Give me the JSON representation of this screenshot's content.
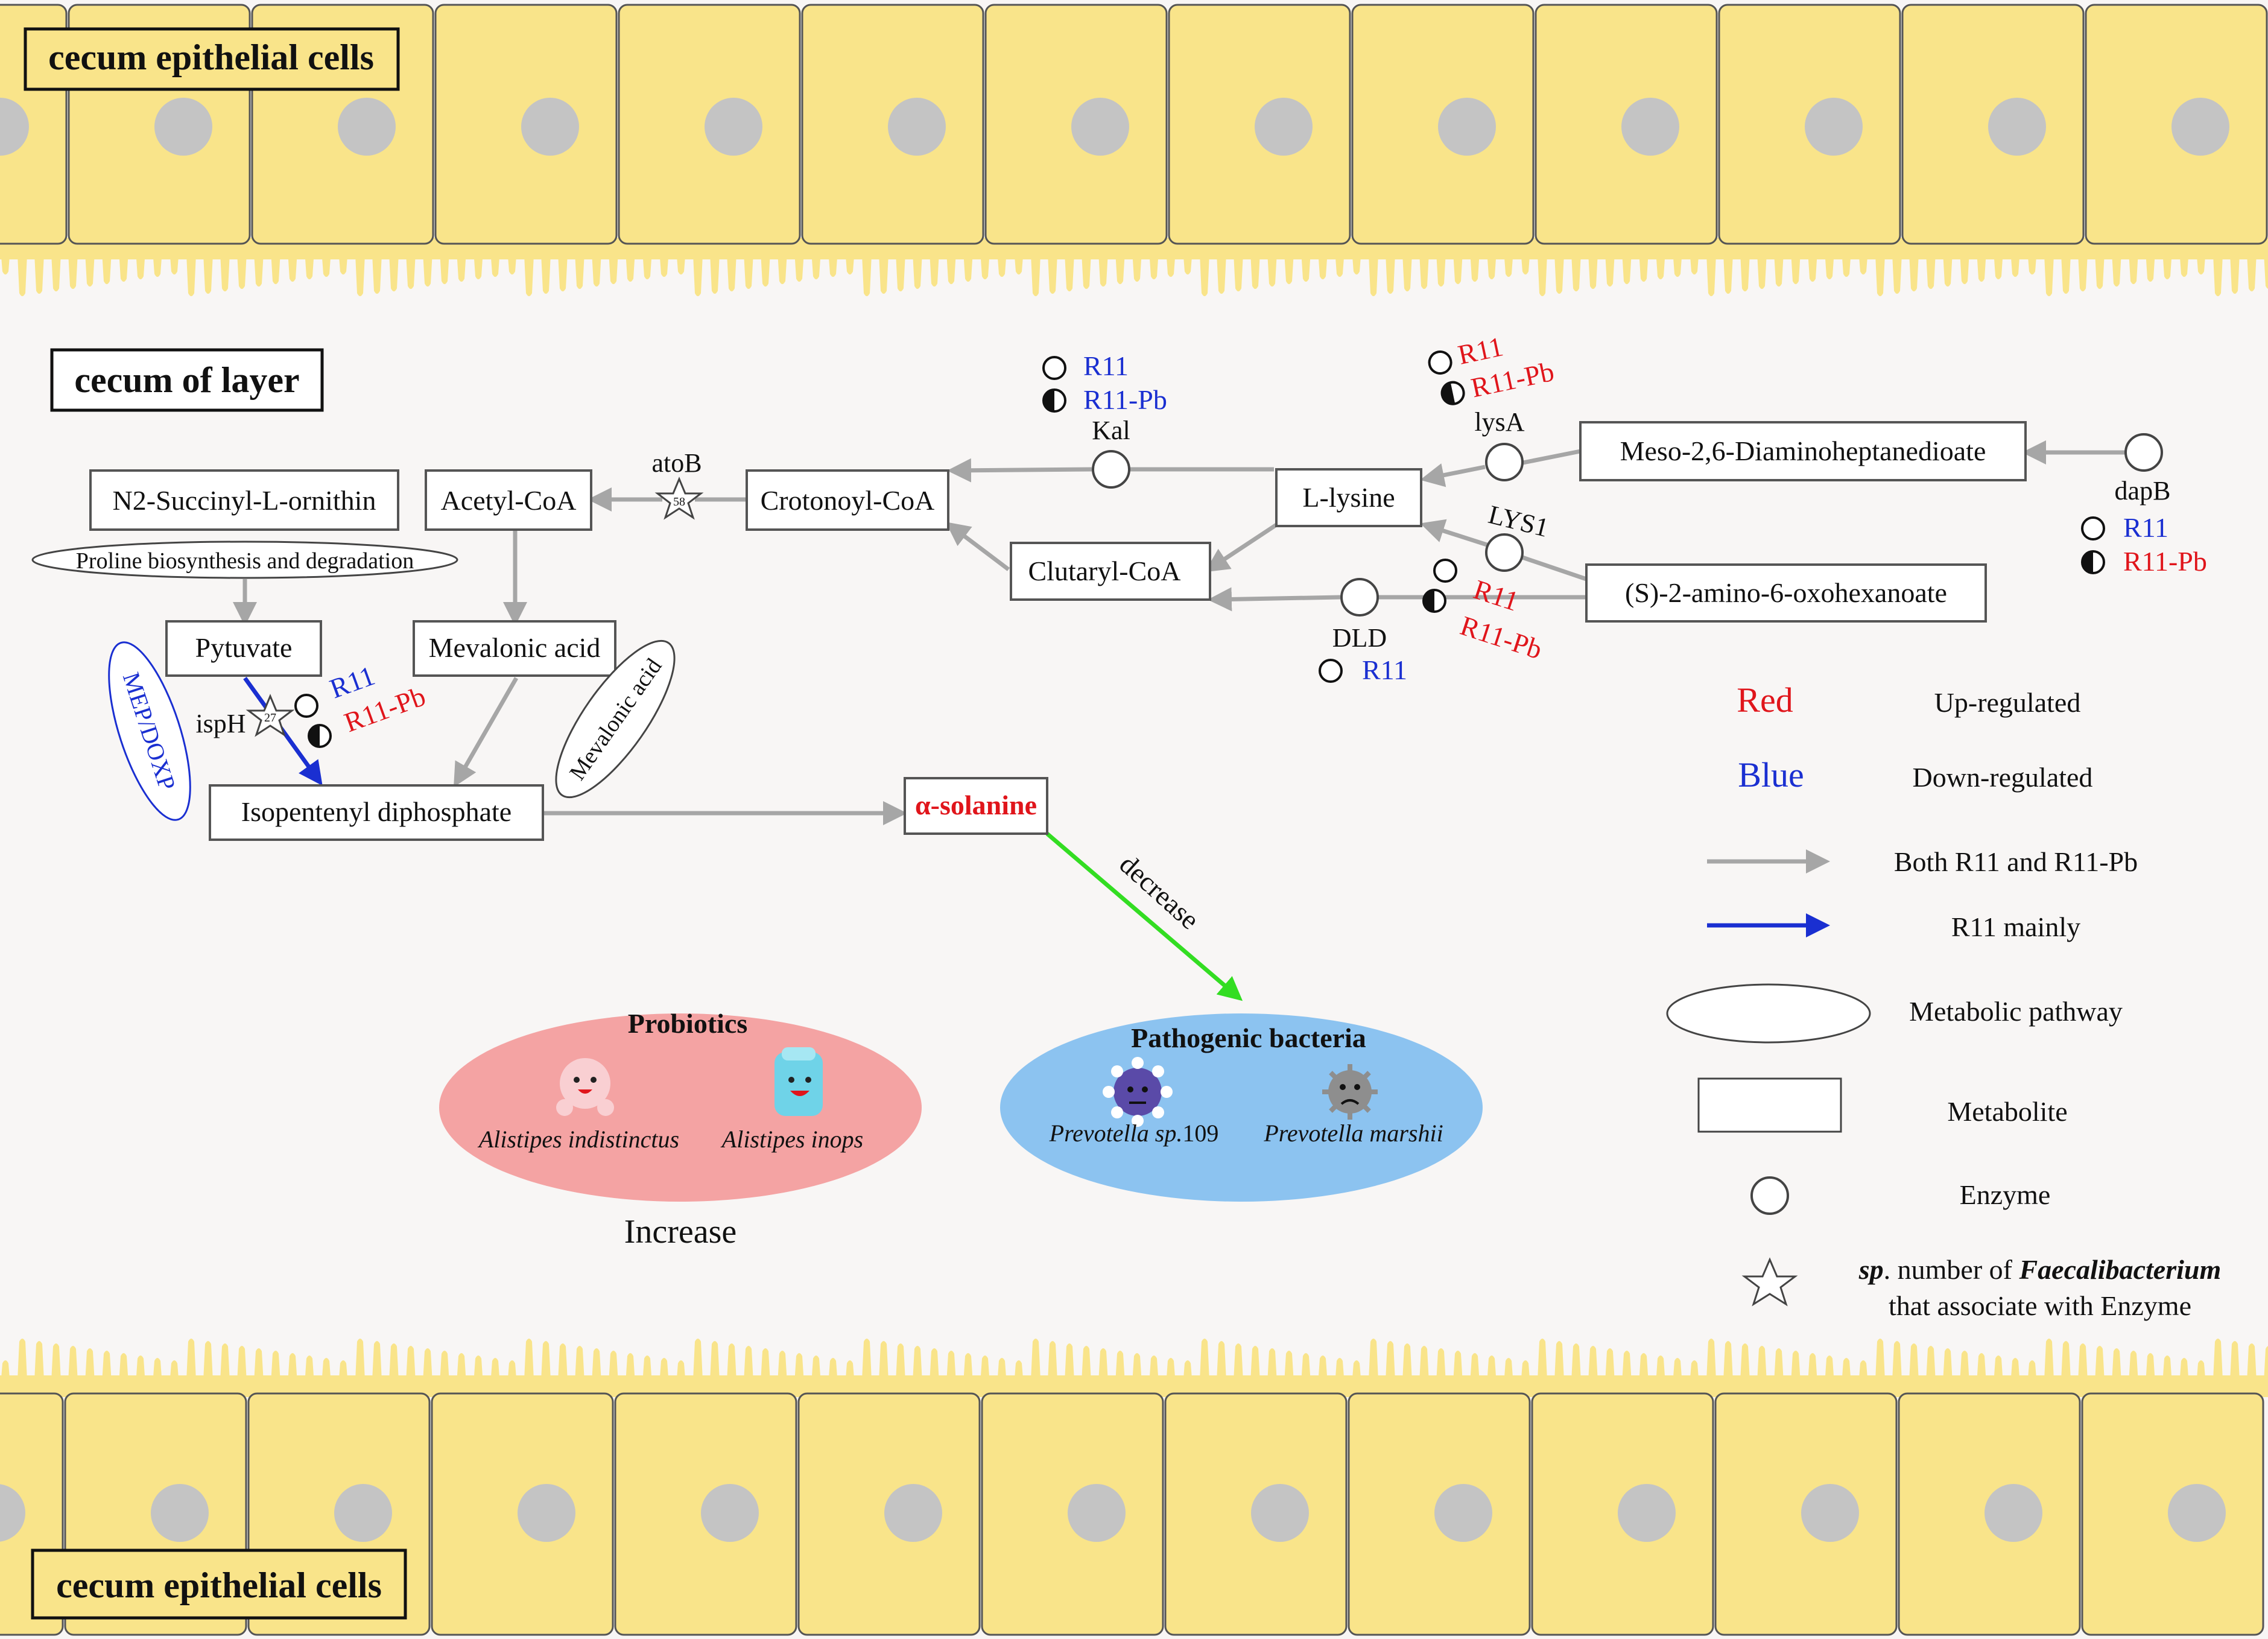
{
  "title_top": "cecum epithelial cells",
  "title_bottom": "cecum epithelial cells",
  "layer_label": "cecum of layer",
  "colors": {
    "cell_fill": "#f9e48a",
    "cell_border": "#555555",
    "nucleus": "#c4c4c4",
    "background": "#f8f6f5",
    "up_red": "#e0151b",
    "down_blue": "#1a2fd1",
    "arrow_gray": "#a6a6a6",
    "arrow_blue": "#1a2fd1",
    "arrow_green": "#33dd22",
    "probiotics_fill": "#f4a3a3",
    "pathogen_fill": "#8cc3f0"
  },
  "metabolites": {
    "n2_succinyl": "N2-Succinyl-L-ornithin",
    "acetyl_coa": "Acetyl-CoA",
    "crotonoyl_coa": "Crotonoyl-CoA",
    "l_lysine": "L-lysine",
    "meso_dap": "Meso-2,6-Diaminoheptanedioate",
    "clutaryl_coa": "Clutaryl-CoA",
    "amino_oxo": "(S)-2-amino-6-oxohexanoate",
    "pyruvate": "Pytuvate",
    "mevalonic_acid": "Mevalonic acid",
    "ipp": "Isopentenyl diphosphate",
    "solanine": "α-solanine"
  },
  "pathways": {
    "proline": "Proline biosynthesis and degradation",
    "mep": "MEP/DOXP",
    "mevalonic": "Mevalonic acid"
  },
  "enzymes": {
    "atoB": "atoB",
    "atoB_star": "58",
    "kal": "Kal",
    "lysA": "lysA",
    "lys1": "LYS1",
    "dapB": "dapB",
    "dld": "DLD",
    "isph": "ispH",
    "isph_star": "27"
  },
  "markers": {
    "r11": "R11",
    "r11pb": "R11-Pb"
  },
  "edge_labels": {
    "decrease": "decrease",
    "increase": "Increase"
  },
  "bacteria": {
    "probiotics_title": "Probiotics",
    "probiotic_1": "Alistipes indistinctus",
    "probiotic_2": "Alistipes inops",
    "pathogen_title": "Pathogenic bacteria",
    "pathogen_1_pre": "Prevotella sp.",
    "pathogen_1_num": "109",
    "pathogen_2": "Prevotella marshii"
  },
  "legend": {
    "red_word": "Red",
    "red_desc": "Up-regulated",
    "blue_word": "Blue",
    "blue_desc": "Down-regulated",
    "gray_arrow": "Both R11 and R11-Pb",
    "blue_arrow": "R11 mainly",
    "ellipse": "Metabolic pathway",
    "rect": "Metabolite",
    "circle": "Enzyme",
    "star_sp": "sp",
    "star_mid": ". number of ",
    "star_genus": "Faecalibacterium",
    "star_line2": "that associate with Enzyme"
  }
}
